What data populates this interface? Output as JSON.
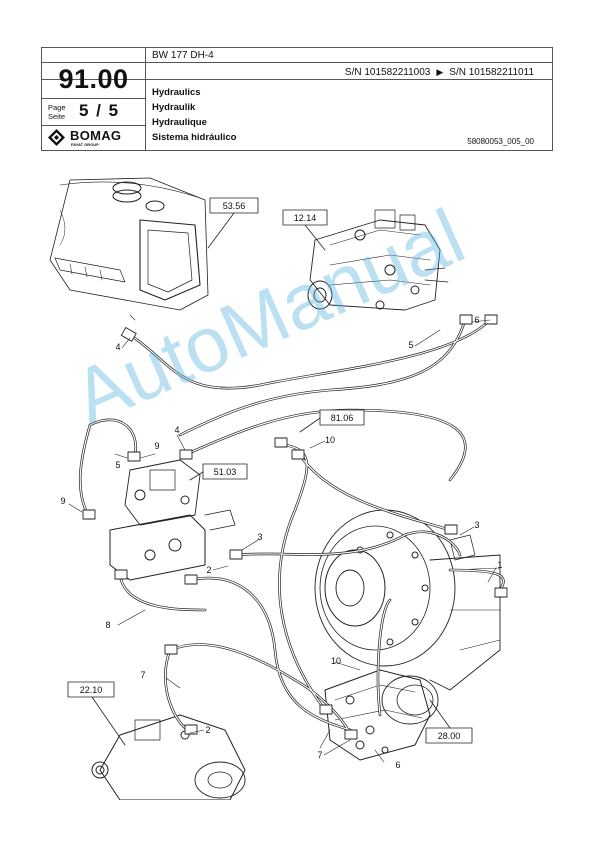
{
  "header": {
    "model": "BW 177 DH-4",
    "serial_from": "S/N 101582211003",
    "serial_arrow": "▶",
    "serial_to": "S/N 101582211011",
    "group_number": "91.00",
    "page_label_en": "Page",
    "page_label_de": "Seite",
    "page_value": "5 / 5",
    "titles": [
      "Hydraulics",
      "Hydraulik",
      "Hydraulique",
      "Sistema hidráulico"
    ],
    "doc_number": "58080053_005_00"
  },
  "logo": {
    "brand": "BOMAG",
    "group": "FAYAT GROUP"
  },
  "references": [
    "53.56",
    "12.14",
    "81.06",
    "51.03",
    "22.10",
    "28.00"
  ],
  "position_numbers": [
    "1",
    "2",
    "3",
    "4",
    "5",
    "6",
    "7",
    "8",
    "9",
    "10"
  ],
  "watermark": "AutoManual",
  "colors": {
    "line": "#222222",
    "watermark": "#5ab4e1",
    "border": "#555555"
  }
}
